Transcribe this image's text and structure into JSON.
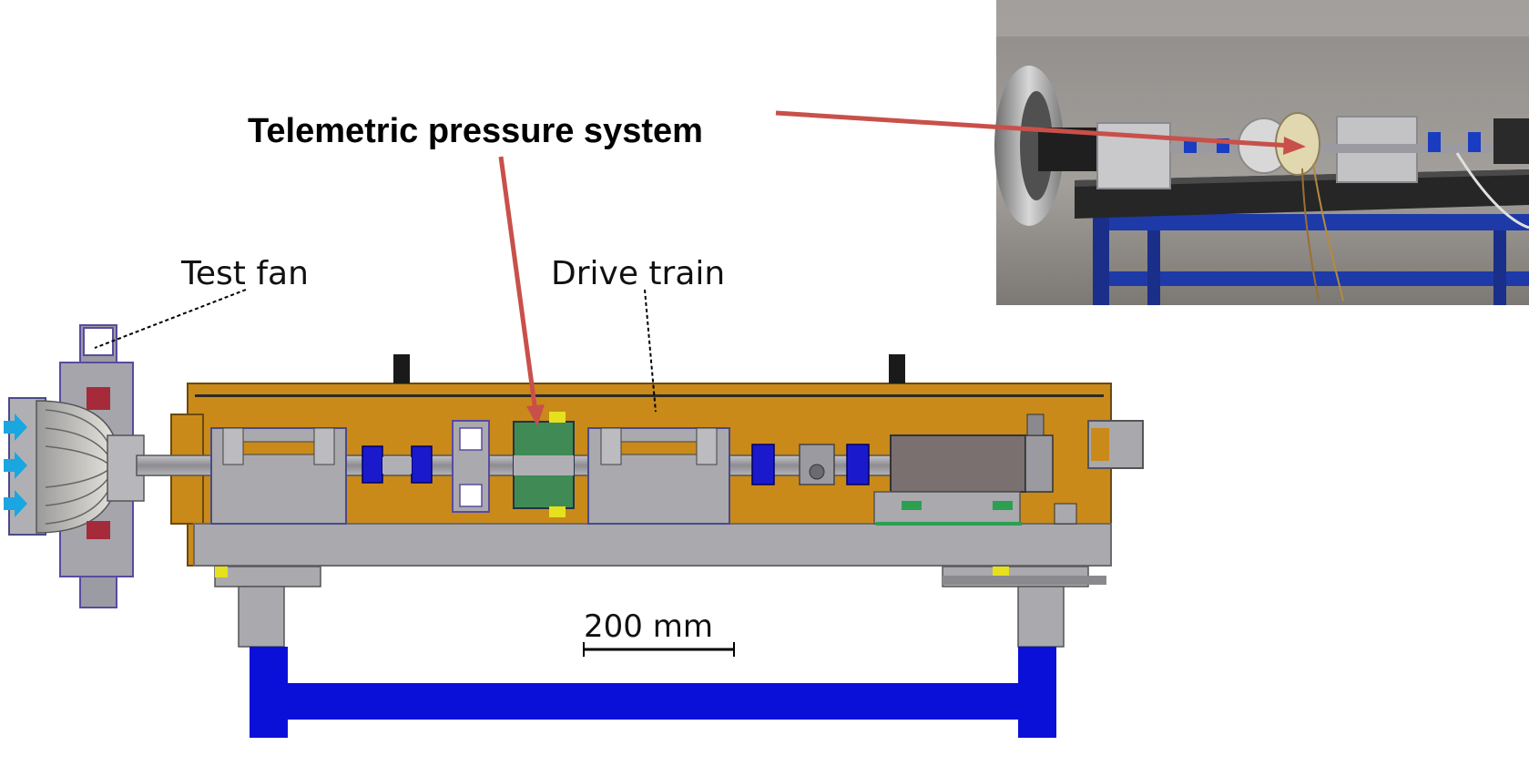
{
  "labels": {
    "telemetric": "Telemetric pressure system",
    "test_fan": "Test fan",
    "drive_train": "Drive train",
    "scale_bar": "200 mm"
  },
  "colors": {
    "housing_orange": "#c98a1a",
    "frame_blue": "#0a10d8",
    "coupling_blue": "#1a1acc",
    "steel_gray": "#a7a7ab",
    "telemetry_green": "#3f8a55",
    "accent_yellow": "#e6e01e",
    "arrow_red": "#c9504a",
    "flow_arrow_cyan": "#1aa6e0",
    "motor_gray": "#7a7070"
  }
}
